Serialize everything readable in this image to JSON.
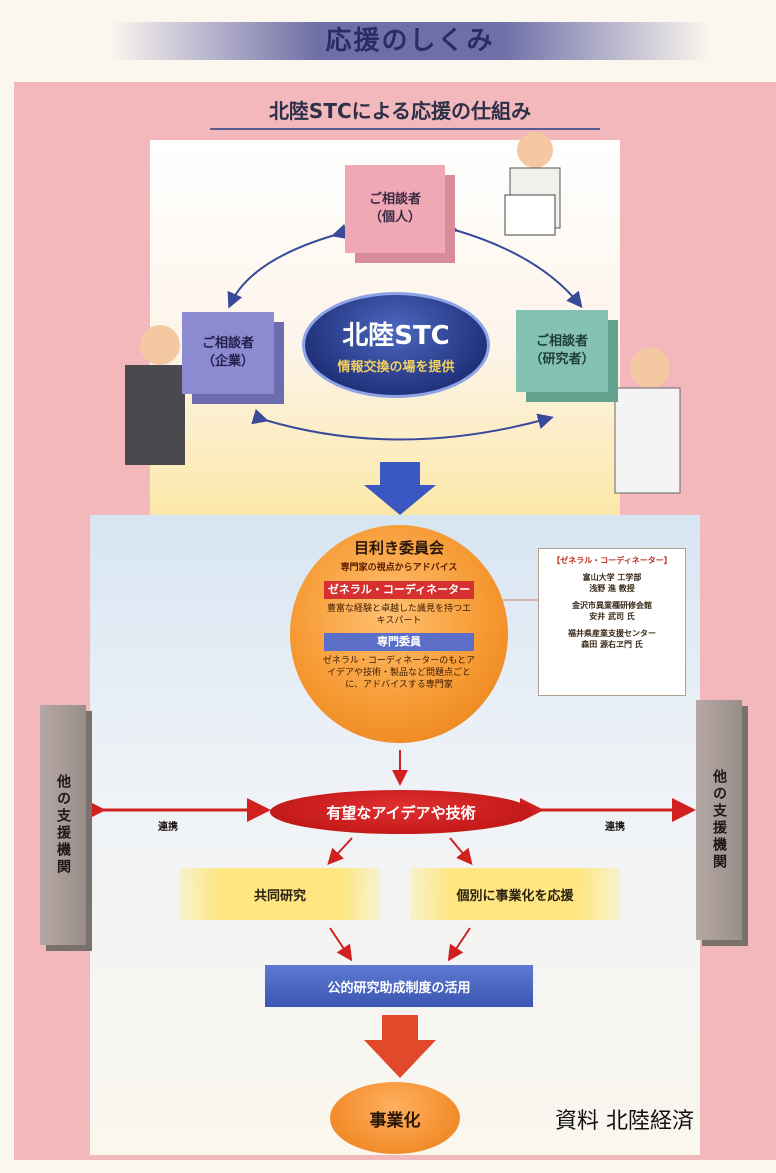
{
  "header": {
    "title": "応援のしくみ"
  },
  "subtitle": "北陸STCによる応援の仕組み",
  "consultees": {
    "individual": {
      "line1": "ご相談者",
      "line2": "（個人）"
    },
    "company": {
      "line1": "ご相談者",
      "line2": "（企業）"
    },
    "researcher": {
      "line1": "ご相談者",
      "line2": "（研究者）"
    }
  },
  "stc": {
    "title": "北陸STC",
    "subtitle": "情報交換の場を提供"
  },
  "committee": {
    "title": "目利き委員会",
    "subtitle": "専門家の視点からアドバイス",
    "general_label": "ゼネラル・コーディネーター",
    "general_desc": "豊富な経験と卓越した識見を持つエキスパート",
    "specialist_label": "専門委員",
    "specialist_desc": "ゼネラル・コーディネーターのもとアイデアや技術・製品など問題点ごとに、アドバイスする専門家"
  },
  "coordinators": {
    "heading": "【ゼネラル・コーディネーター】",
    "items": [
      {
        "line1": "富山大学 工学部",
        "line2": "浅野 進 教授"
      },
      {
        "line1": "金沢市異業種研修会館",
        "line2": "安井 武司 氏"
      },
      {
        "line1": "福井県産業支援センター",
        "line2": "森田 源右ヱ門 氏"
      }
    ]
  },
  "other_support": "他の支援機関",
  "renkei": "連携",
  "promising": "有望なアイデアや技術",
  "joint_research": "共同研究",
  "individual_support": "個別に事業化を応援",
  "public_grant": "公的研究助成制度の活用",
  "commercialization": "事業化",
  "source": "資料 北陸経済"
}
